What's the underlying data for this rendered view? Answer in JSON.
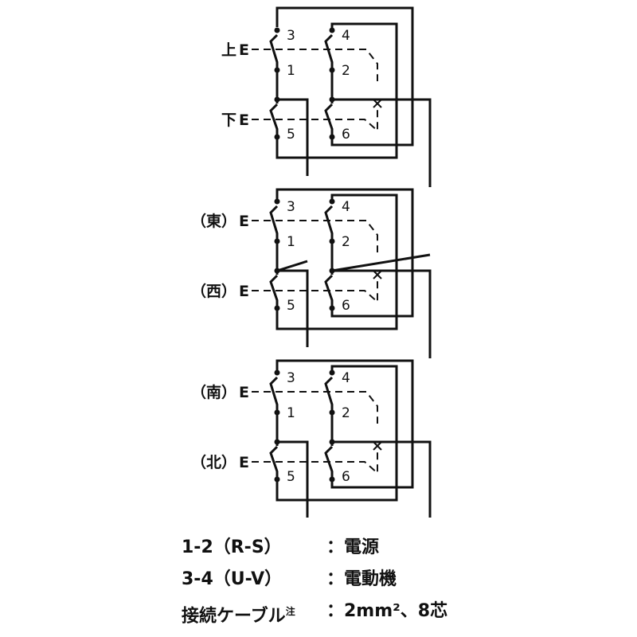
{
  "groups": [
    {
      "id": "group-1",
      "switches": [
        {
          "label": "上",
          "e": "E",
          "left_top": "3",
          "left_bottom": "1",
          "right_top": "4",
          "right_bottom": "2"
        },
        {
          "label": "下",
          "e": "E",
          "left_bottom": "5",
          "right_bottom": "6"
        }
      ]
    },
    {
      "id": "group-2",
      "switches": [
        {
          "label": "（東）",
          "e": "E",
          "left_top": "3",
          "left_bottom": "1",
          "right_top": "4",
          "right_bottom": "2"
        },
        {
          "label": "（西）",
          "e": "E",
          "left_bottom": "5",
          "right_bottom": "6"
        }
      ]
    },
    {
      "id": "group-3",
      "switches": [
        {
          "label": "（南）",
          "e": "E",
          "left_top": "3",
          "left_bottom": "1",
          "right_top": "4",
          "right_bottom": "2"
        },
        {
          "label": "（北）",
          "e": "E",
          "left_bottom": "5",
          "right_bottom": "6"
        }
      ]
    }
  ],
  "legend": [
    {
      "key": "1-2（R-S）",
      "value": "：電源"
    },
    {
      "key": "3-4（U-V）",
      "value": "：電動機"
    },
    {
      "key": "接続ケーブル",
      "note": "注",
      "value": "：2mm²、8芯"
    }
  ]
}
